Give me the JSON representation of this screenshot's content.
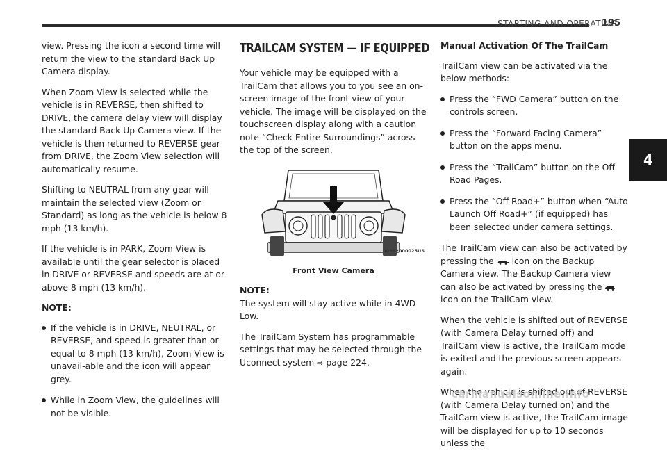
{
  "header": {
    "section_title": "STARTING AND OPERATING",
    "page_number": "195",
    "chapter_tab": "4"
  },
  "col1": {
    "p1": "view. Pressing the icon a second time will return the view to the standard Back Up Camera display.",
    "p2": "When Zoom View is selected while the vehicle is in REVERSE, then shifted to DRIVE, the camera delay view will display the standard Back Up Camera view. If the vehicle is then returned to REVERSE gear from DRIVE, the Zoom View selection will automatically resume.",
    "p3": "Shifting to NEUTRAL from any gear will maintain the selected view (Zoom or Standard) as long as the vehicle is below 8 mph (13 km/h).",
    "p4": "If the vehicle is in PARK, Zoom View is available until the gear selector is placed in DRIVE or REVERSE and speeds are at or above 8 mph (13 km/h).",
    "note_label": "NOTE:",
    "bullets": [
      "If the vehicle is in DRIVE, NEUTRAL, or REVERSE, and speed is greater than or equal to 8 mph (13 km/h), Zoom View is unavail-able and the icon will appear grey.",
      "While in Zoom View, the guidelines will not be visible."
    ]
  },
  "col2": {
    "title": "TRAILCAM SYSTEM — IF EQUIPPED",
    "p1": "Your vehicle may be equipped with a TrailCam that allows you to you see an on-screen image of the front view of your vehicle. The image will be displayed on the touchscreen display along with a caution note “Check Entire Surroundings” across the top of the screen.",
    "figure_code": "A0632000025US",
    "figure_caption": "Front View Camera",
    "note_label": "NOTE:",
    "note_text": "The system will stay active while in 4WD Low.",
    "p2_before_ref": "The TrailCam System has programmable settings that may be selected through the Uconnect system",
    "p2_ref": "page 224."
  },
  "col3": {
    "subhead": "Manual Activation Of The TrailCam",
    "intro": "TrailCam view can be activated via the below methods:",
    "bullets": [
      "Press the “FWD Camera” button on the controls screen.",
      "Press the “Forward Facing Camera” button on the apps menu.",
      "Press the “TrailCam” button on the Off Road Pages.",
      "Press the “Off Road+” button when “Auto Launch Off Road+” (if equipped) has been selected under camera settings."
    ],
    "p1_a": "The TrailCam view can also be activated by pressing the",
    "p1_b": "icon on the Backup Camera view. The Backup Camera view can also be activated by pressing the",
    "p1_c": "icon on the TrailCam view.",
    "p2": "When the vehicle is shifted out of REVERSE (with Camera Delay turned off) and TrailCam view is active, the TrailCam mode is exited and the previous screen appears again.",
    "p3": "When the vehicle is shifted out of REVERSE (with Camera Delay turned on) and the TrailCam view is active, the TrailCam image will be displayed for up to 10 seconds unless the"
  },
  "watermark": "carmanualsonline.info"
}
